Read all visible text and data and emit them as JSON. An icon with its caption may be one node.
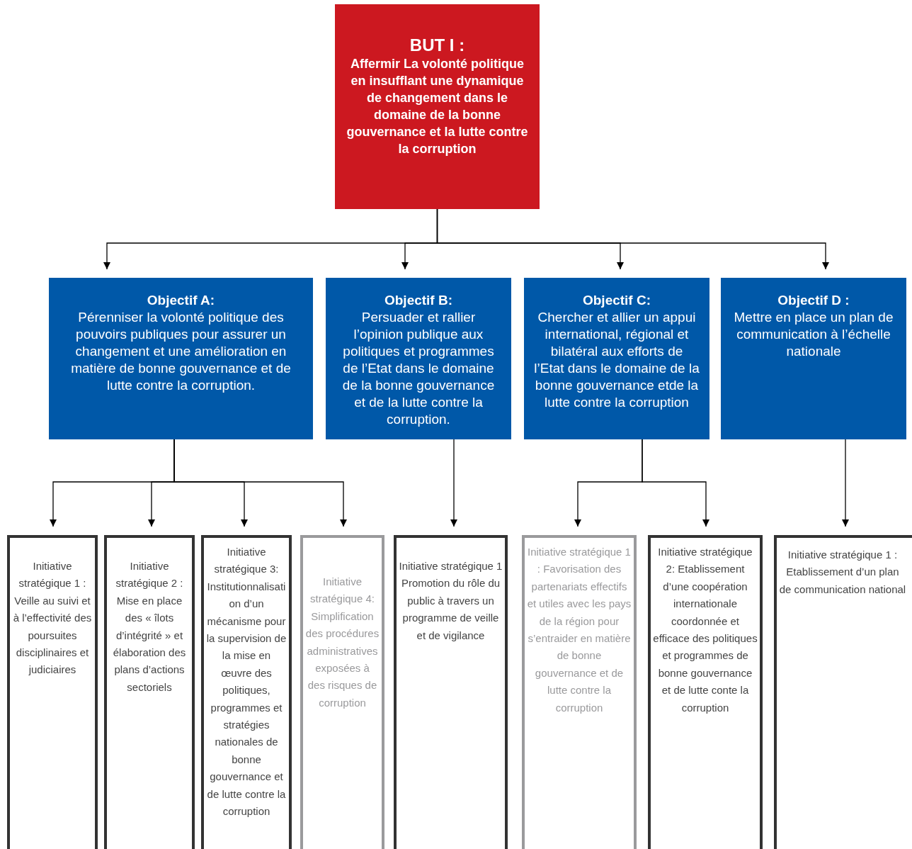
{
  "diagram": {
    "nodes": [
      {
        "text": [
          "BUT I :",
          "Affermir La volonté politique en insufflant une dynamique de changement dans le domaine de la bonne gouvernance et la lutte contre la corruption"
        ]
      },
      {
        "text": [
          "Objectif A:",
          "Pérenniser la volonté politique des pouvoirs publiques pour assurer un changement et une amélioration en matière de bonne gouvernance et de lutte contre la corruption."
        ]
      },
      {
        "text": [
          "Objectif B:",
          "Persuader et rallier l’opinion publique aux politiques et programmes de l’Etat dans le domaine de la bonne gouvernance et de la lutte contre la corruption."
        ]
      },
      {
        "text": [
          "Objectif C:",
          "Chercher et allier un appui international, régional et bilatéral aux efforts de l’Etat dans le domaine de la bonne gouvernance etde la lutte contre la corruption"
        ]
      },
      {
        "text": [
          "Objectif D :",
          "Mettre en place un plan de communication à l’échelle nationale"
        ]
      },
      {
        "text": [
          "Initiative stratégique 1 : Veille au suivi et à l’effectivité des poursuites disciplinaires et judiciaires"
        ]
      },
      {
        "text": [
          "Initiative stratégique 2 : Mise en place des  « îlots d’intégrité » et élaboration des plans d’actions sectoriels"
        ]
      },
      {
        "text": [
          "Initiative stratégique 3: Institutionnalisation d’un mécanisme pour la supervision de la mise en œuvre des politiques, programmes et stratégies nationales de bonne gouvernance et de lutte contre la corruption"
        ]
      },
      {
        "text": [
          "Initiative stratégique 4: Simplification des procédures administratives exposées à des risques de corruption"
        ]
      },
      {
        "text": [
          "Initiative stratégique 1 Promotion du rôle du public à travers un programme de veille et de vigilance"
        ]
      },
      {
        "text": [
          "Initiative stratégique 1 : Favorisation des partenariats effectifs et utiles avec les pays de la région pour s’entraider en matière de bonne gouvernance et de lutte contre la corruption"
        ]
      },
      {
        "text": [
          "Initiative stratégique 2: Etablissement d’une coopération internationale coordonnée et efficace des politiques et programmes de bonne gouvernance et de lutte conte la corruption"
        ]
      },
      {
        "text": [
          "Initiative stratégique 1 : Etablissement d’un plan de communication national"
        ]
      }
    ],
    "edges": [
      {
        "from": 0,
        "to": 1,
        "arrow": "to"
      },
      {
        "from": 0,
        "to": 2,
        "arrow": "to"
      },
      {
        "from": 0,
        "to": 3,
        "arrow": "to"
      },
      {
        "from": 0,
        "to": 4,
        "arrow": "to"
      },
      {
        "from": 1,
        "to": 5,
        "arrow": "to"
      },
      {
        "from": 1,
        "to": 6,
        "arrow": "to"
      },
      {
        "from": 1,
        "to": 7,
        "arrow": "to"
      },
      {
        "from": 1,
        "to": 8,
        "arrow": "to"
      },
      {
        "from": 2,
        "to": 9,
        "arrow": "to"
      },
      {
        "from": 3,
        "to": 10,
        "arrow": "to"
      },
      {
        "from": 3,
        "to": 11,
        "arrow": "to"
      },
      {
        "from": 4,
        "to": 12,
        "arrow": "to"
      }
    ]
  }
}
